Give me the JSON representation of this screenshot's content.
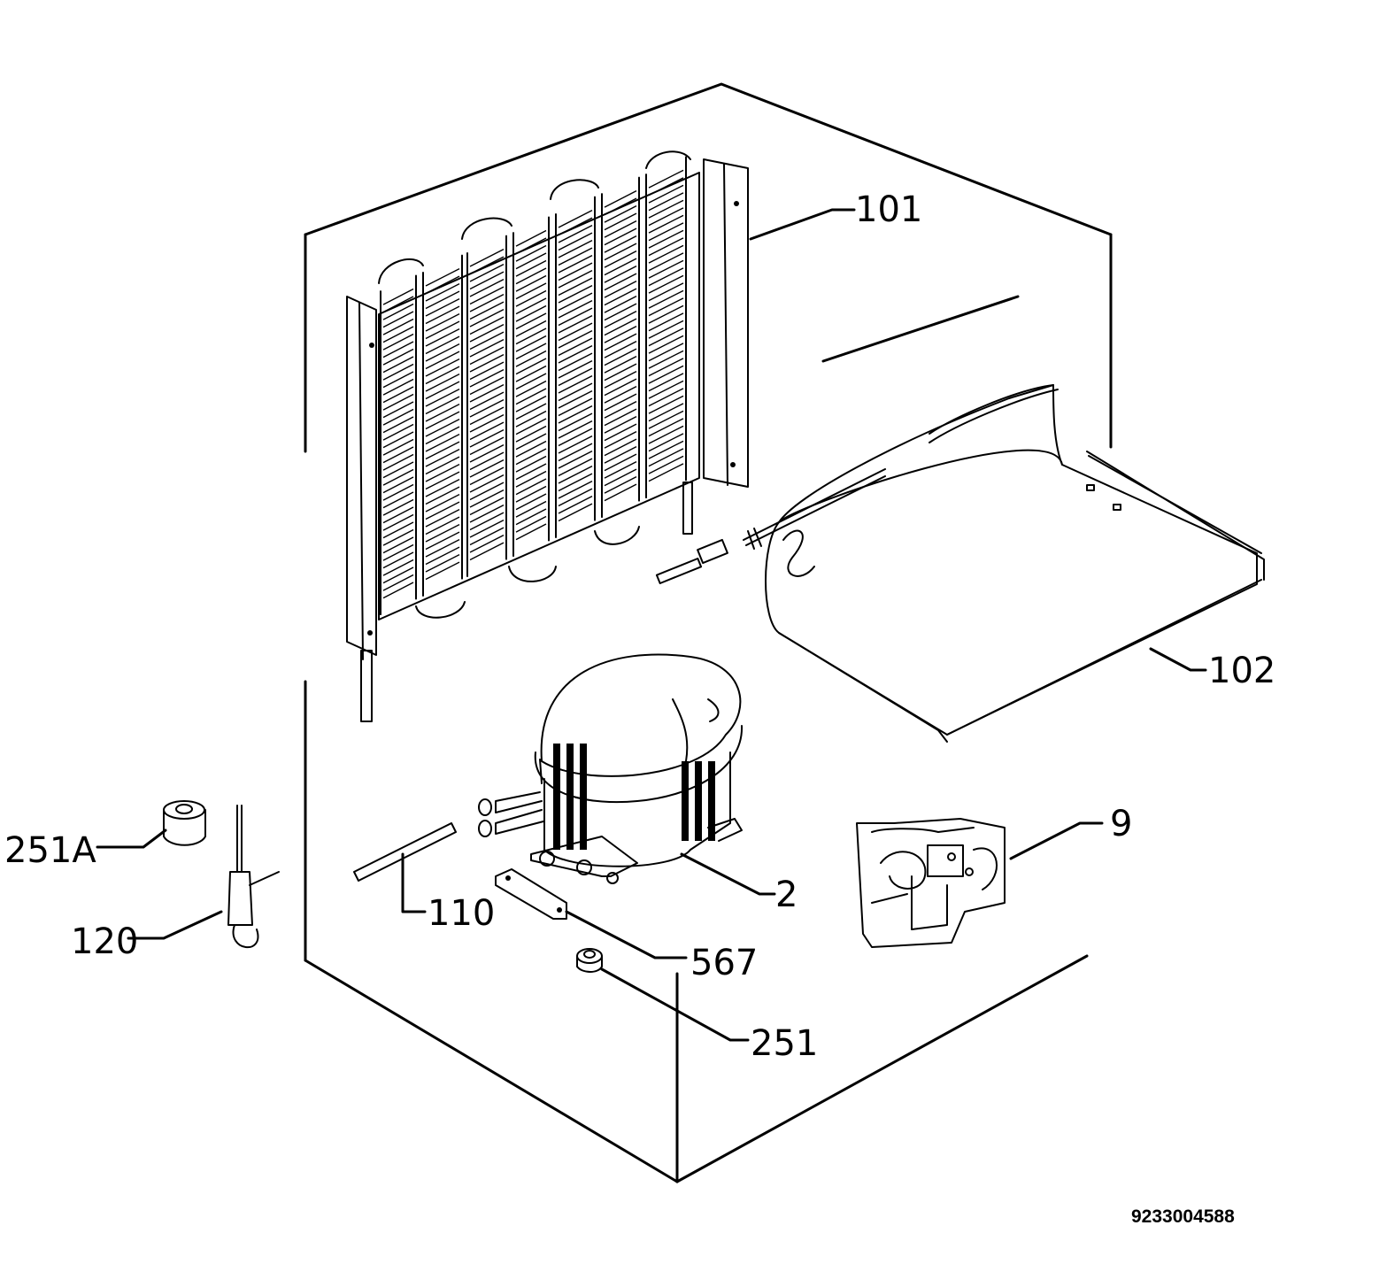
{
  "diagram": {
    "parts": [
      {
        "id": "101",
        "label": "101"
      },
      {
        "id": "102",
        "label": "102"
      },
      {
        "id": "9",
        "label": "9"
      },
      {
        "id": "2",
        "label": "2"
      },
      {
        "id": "110",
        "label": "110"
      },
      {
        "id": "567",
        "label": "567"
      },
      {
        "id": "251",
        "label": "251"
      },
      {
        "id": "251A",
        "label": "251A"
      },
      {
        "id": "120",
        "label": "120"
      }
    ],
    "drawing_code": "9233004588"
  }
}
